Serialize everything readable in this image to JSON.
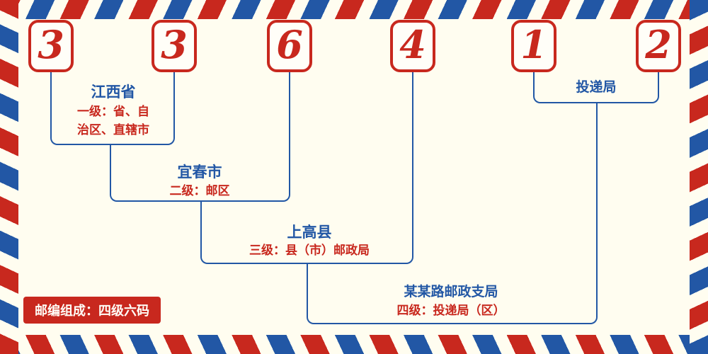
{
  "colors": {
    "red": "#c8281e",
    "blue": "#2257a5",
    "bg": "#fffdf0",
    "box-bg": "#fffef8"
  },
  "postal_code": {
    "digits": [
      "3",
      "3",
      "6",
      "4",
      "1",
      "2"
    ]
  },
  "levels": [
    {
      "name": "江西省",
      "desc": "一级：省、自\n治区、直辖市"
    },
    {
      "name": "宜春市",
      "desc": "二级：邮区"
    },
    {
      "name": "上高县",
      "desc": "三级：县（市）邮政局"
    },
    {
      "name": "某某路邮政支局",
      "desc": "四级：投递局（区）"
    }
  ],
  "delivery_office_label": "投递局",
  "footer": {
    "text": "邮编组成：四级六码"
  }
}
